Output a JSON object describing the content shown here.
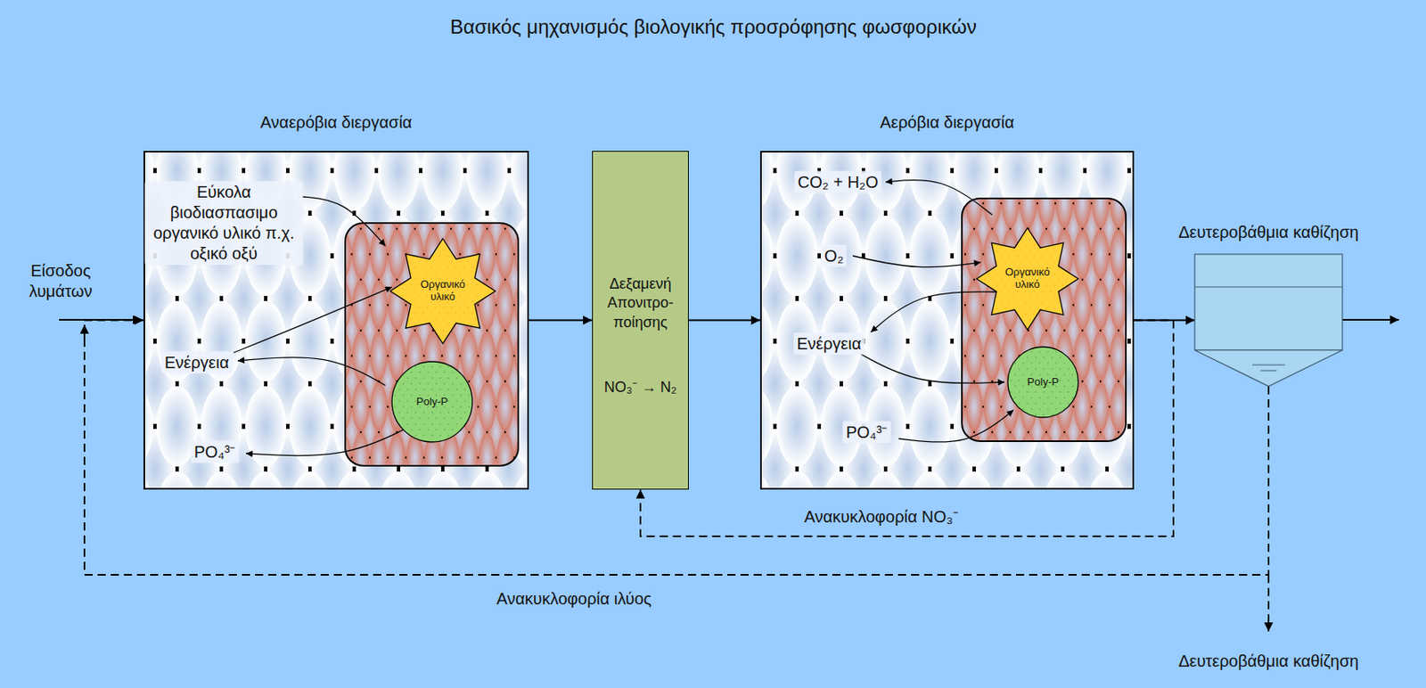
{
  "diagram": {
    "title": "Βασικός μηχανισμός βιολογικής προσρόφησης φωσφορικών",
    "nodes": [
      {
        "text": [
          "Αναερόβια διεργασία"
        ]
      },
      {
        "text": [
          "Οργανικό υλικό"
        ],
        "in": 0
      },
      {
        "text": [
          "Poly-P"
        ],
        "in": 0
      },
      {
        "text": [
          "Δεξαμενή Απονιτρο-ποίησης",
          "NO₃⁻ → N₂"
        ]
      },
      {
        "text": [
          "Αερόβια διεργασία"
        ]
      },
      {
        "text": [
          "Οργανικό υλικό"
        ],
        "in": 4
      },
      {
        "text": [
          "Poly-P"
        ],
        "in": 4
      },
      {
        "text": [
          "Δευτεροβάθμια καθίζηση"
        ]
      }
    ],
    "edges": [
      {
        "from": 0,
        "to": 3,
        "arrow": "to"
      },
      {
        "from": 3,
        "to": 4,
        "arrow": "to"
      },
      {
        "from": 4,
        "to": 7,
        "arrow": "to"
      },
      {
        "from": 4,
        "to": 3,
        "label": "Ανακυκλοφορία NO₃⁻",
        "arrow": "to"
      },
      {
        "from": 7,
        "to": 0,
        "label": "Ανακυκλοφορία ιλύος",
        "arrow": "to"
      }
    ],
    "labels": [
      "Είσοδος λυμάτων",
      "Εύκολα βιοδιασπασιμο οργανικό υλικό π.χ. οξικό οξύ",
      "Ενέργεια",
      "PO₄³⁻",
      "CO₂ + H₂O",
      "O₂",
      "Ενέργεια",
      "PO₄³⁻",
      "Δευτεροβάθμια καθίζηση"
    ]
  }
}
